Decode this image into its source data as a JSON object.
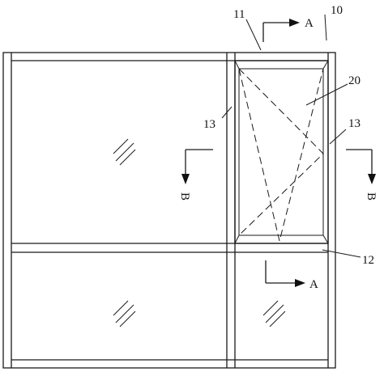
{
  "labels": {
    "n10": "10",
    "n11": "11",
    "n12": "12",
    "n13_left": "13",
    "n13_right": "13",
    "n20": "20"
  },
  "sections": {
    "a_top": "A",
    "a_bottom": "A",
    "b_left": "B",
    "b_right": "B"
  }
}
